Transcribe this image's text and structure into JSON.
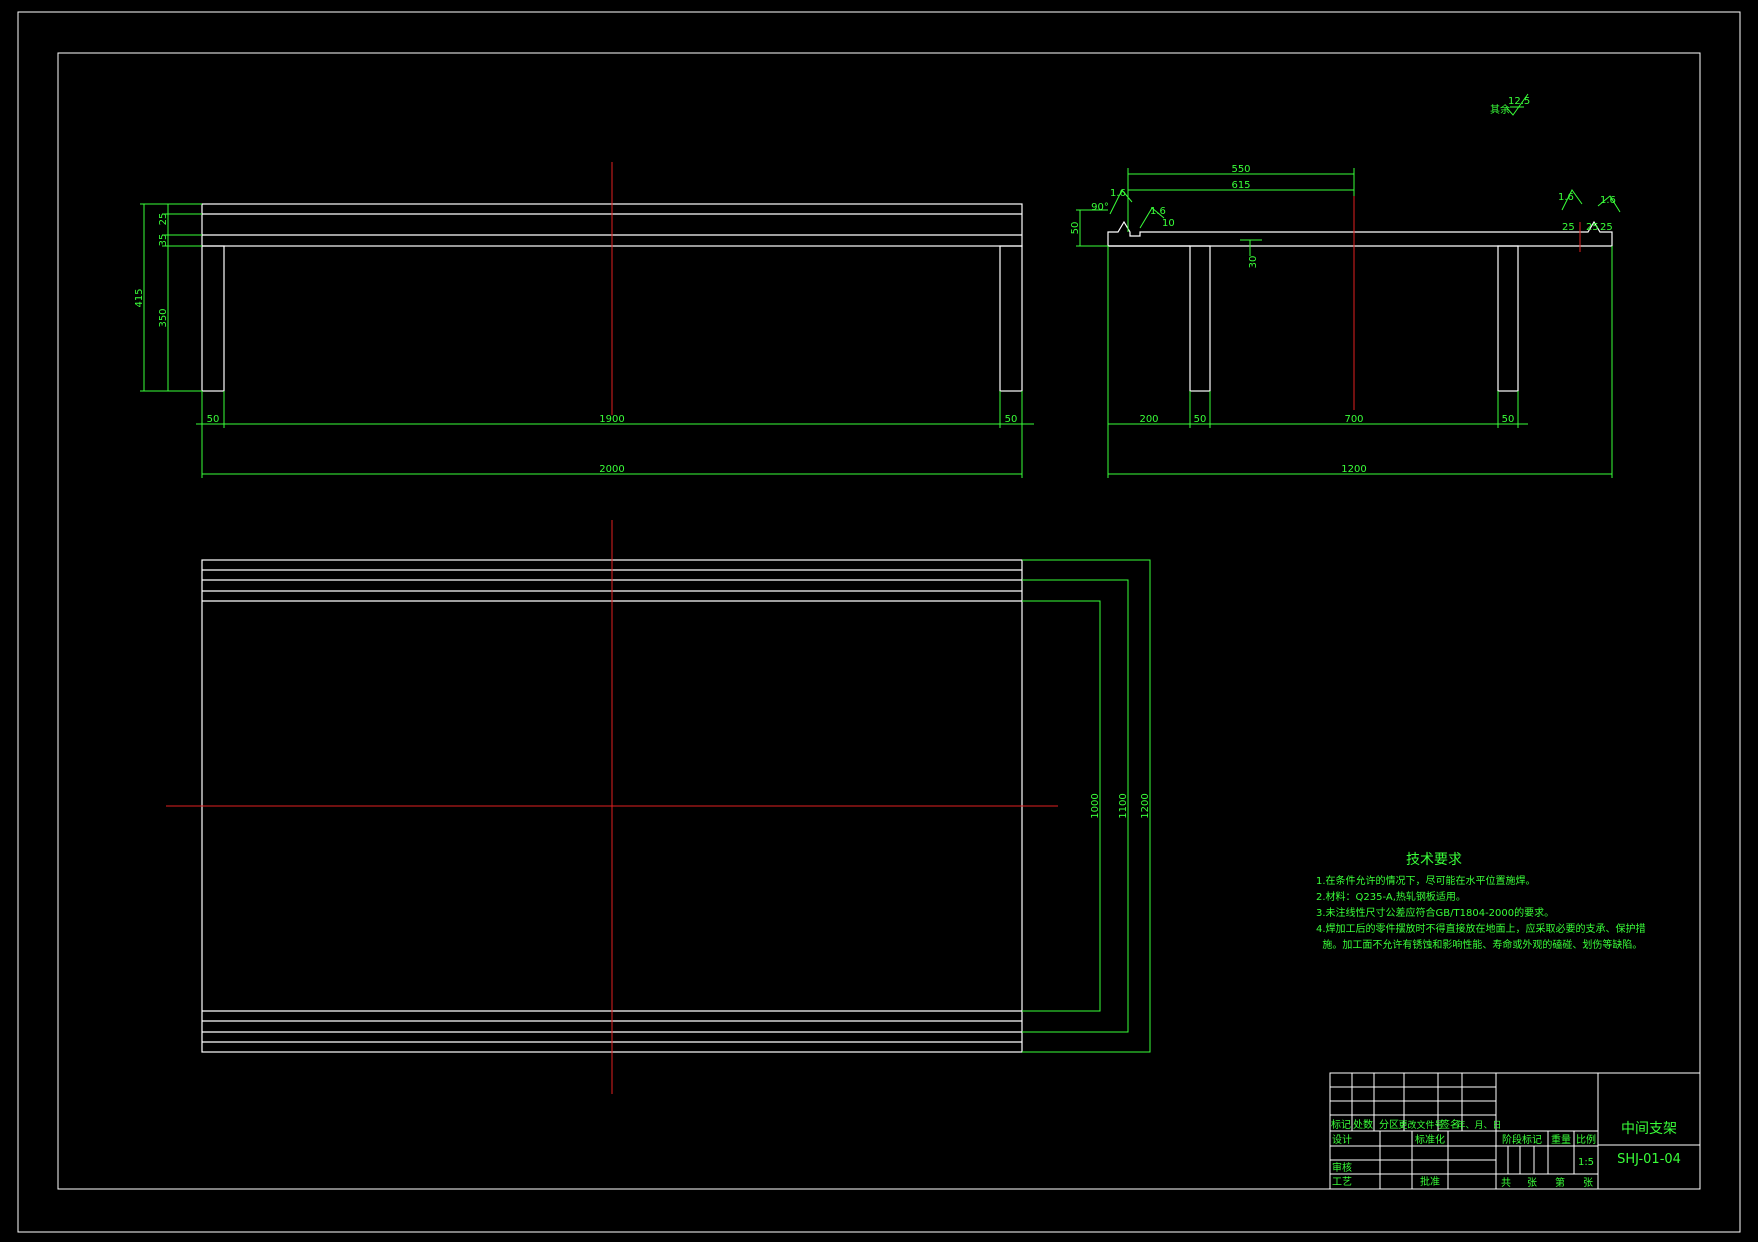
{
  "colors": {
    "background": "#000000",
    "outline": "#ffffff",
    "dimension": "#39ff39",
    "centerline": "#e02020"
  },
  "surface_mark": {
    "label": "其余",
    "value": "12.5"
  },
  "front_view": {
    "dims": {
      "total_length": "2000",
      "inner_length": "1900",
      "left_leg": "50",
      "right_leg": "50",
      "total_height": "415",
      "leg_height": "350",
      "top_layer": "25",
      "second_layer": "35"
    }
  },
  "side_view": {
    "dims": {
      "top_a": "550",
      "top_b": "615",
      "left_height": "50",
      "angle_left": "90°",
      "rough_1": "1.6",
      "rough_2": "1.6",
      "rough_3": "1.6",
      "rough_4": "1.6",
      "small_10": "10",
      "slot_30": "30",
      "right_25a": "25",
      "right_25b": "25",
      "left_25": "25",
      "bottom_200": "200",
      "bottom_50a": "50",
      "bottom_700": "700",
      "bottom_50b": "50",
      "total_width": "1200"
    }
  },
  "plan_view": {
    "dims": {
      "inner": "1000",
      "middle": "1100",
      "outer": "1200"
    }
  },
  "tech_requirements": {
    "title": "技术要求",
    "items": [
      "1.在条件允许的情况下，尽可能在水平位置施焊。",
      "2.材料：Q235-A,热轧钢板适用。",
      "3.未注线性尺寸公差应符合GB/T1804-2000的要求。",
      "4.焊加工后的零件摆放时不得直接放在地面上，应采取必要的支承、保护措",
      "  施。加工面不允许有锈蚀和影响性能、寿命或外观的磕碰、划伤等缺陷。"
    ]
  },
  "title_block": {
    "part_name": "中间支架",
    "drawing_no": "SHJ-01-04",
    "scale": "1:5",
    "headers": [
      "标记",
      "处数",
      "分区",
      "更改文件号",
      "签名",
      "年、月、日"
    ],
    "design": "设计",
    "standardization": "标准化",
    "review": "审核",
    "process": "工艺",
    "approve": "批准",
    "stage_mark": "阶段标记",
    "weight": "重量",
    "scale_label": "比例",
    "sheets": [
      "共",
      "张",
      "第",
      "张"
    ]
  }
}
